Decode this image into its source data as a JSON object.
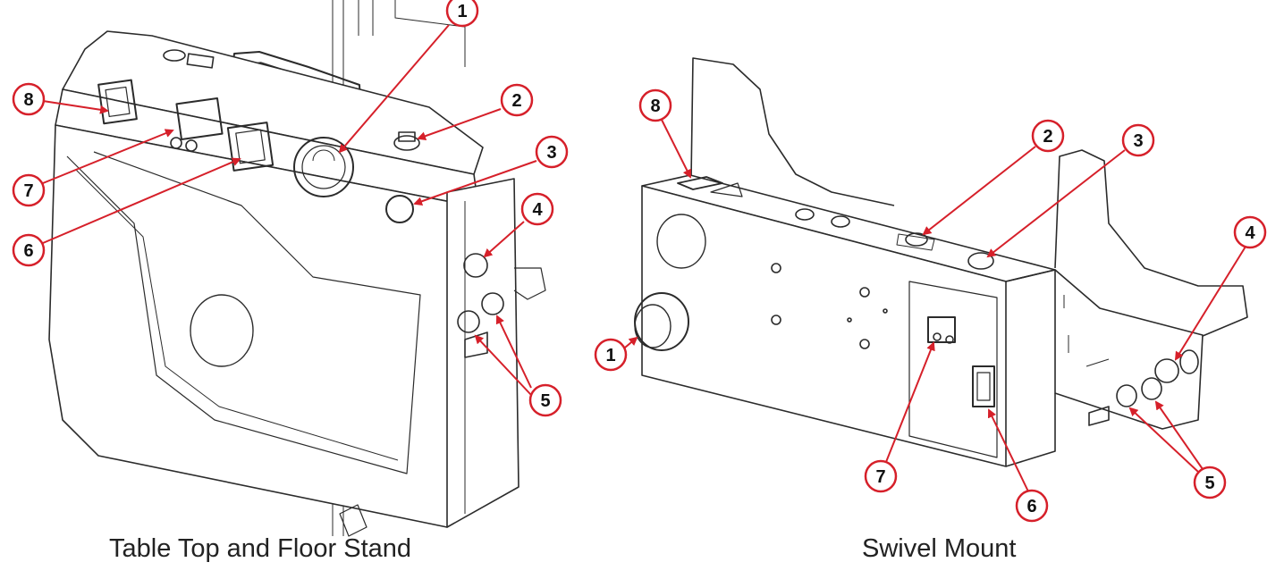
{
  "captions": {
    "left": "Table Top and Floor Stand",
    "right": "Swivel Mount"
  },
  "callouts": {
    "left": [
      "1",
      "2",
      "3",
      "4",
      "5",
      "6",
      "7",
      "8"
    ],
    "right": [
      "1",
      "2",
      "3",
      "4",
      "5",
      "6",
      "7",
      "8"
    ]
  },
  "colors": {
    "callout_stroke": "#d6202a",
    "line_art": "#2b2b2b",
    "caption_text": "#222222"
  }
}
